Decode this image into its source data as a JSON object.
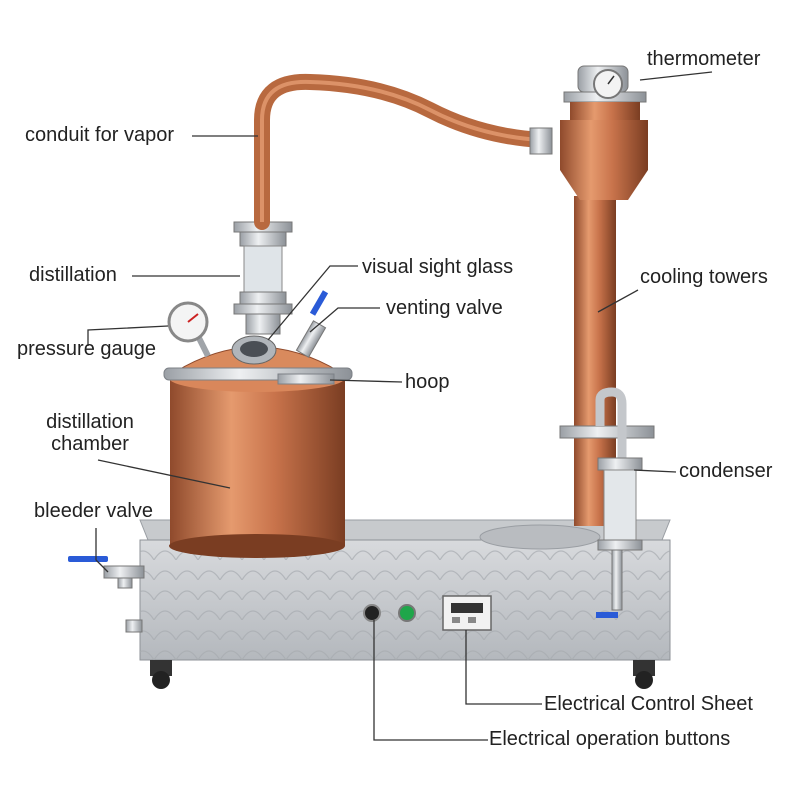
{
  "labels": {
    "thermometer": "thermometer",
    "conduit_for_vapor": "conduit for vapor",
    "visual_sight_glass": "visual sight glass",
    "distillation": "distillation",
    "cooling_towers": "cooling towers",
    "venting_valve": "venting valve",
    "pressure_gauge": "pressure gauge",
    "hoop": "hoop",
    "distillation_chamber_line1": "distillation",
    "distillation_chamber_line2": "chamber",
    "condenser": "condenser",
    "bleeder_valve": "bleeder valve",
    "electrical_control_sheet": "Electrical Control Sheet",
    "electrical_operation_buttons": "Electrical operation buttons"
  },
  "colors": {
    "copper": "#c8734b",
    "copper_dark": "#8f4a2c",
    "steel": "#c9ccd0",
    "leader_line": "#333333",
    "button_green": "#1fa64a",
    "valve_handle_blue": "#2a5bd7"
  }
}
